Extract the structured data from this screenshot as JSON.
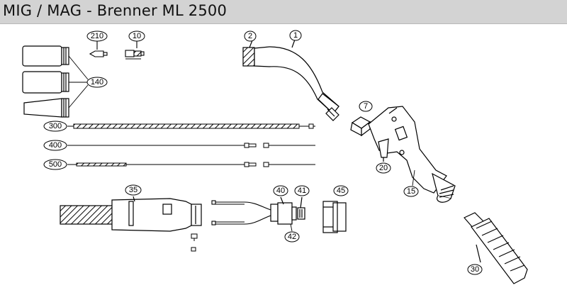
{
  "title": "MIG / MAG - Brenner ML 2500",
  "parts": [
    "1",
    "2",
    "7",
    "10",
    "15",
    "20",
    "30",
    "35",
    "40",
    "41",
    "42",
    "45",
    "140",
    "210",
    "300",
    "400",
    "500"
  ]
}
